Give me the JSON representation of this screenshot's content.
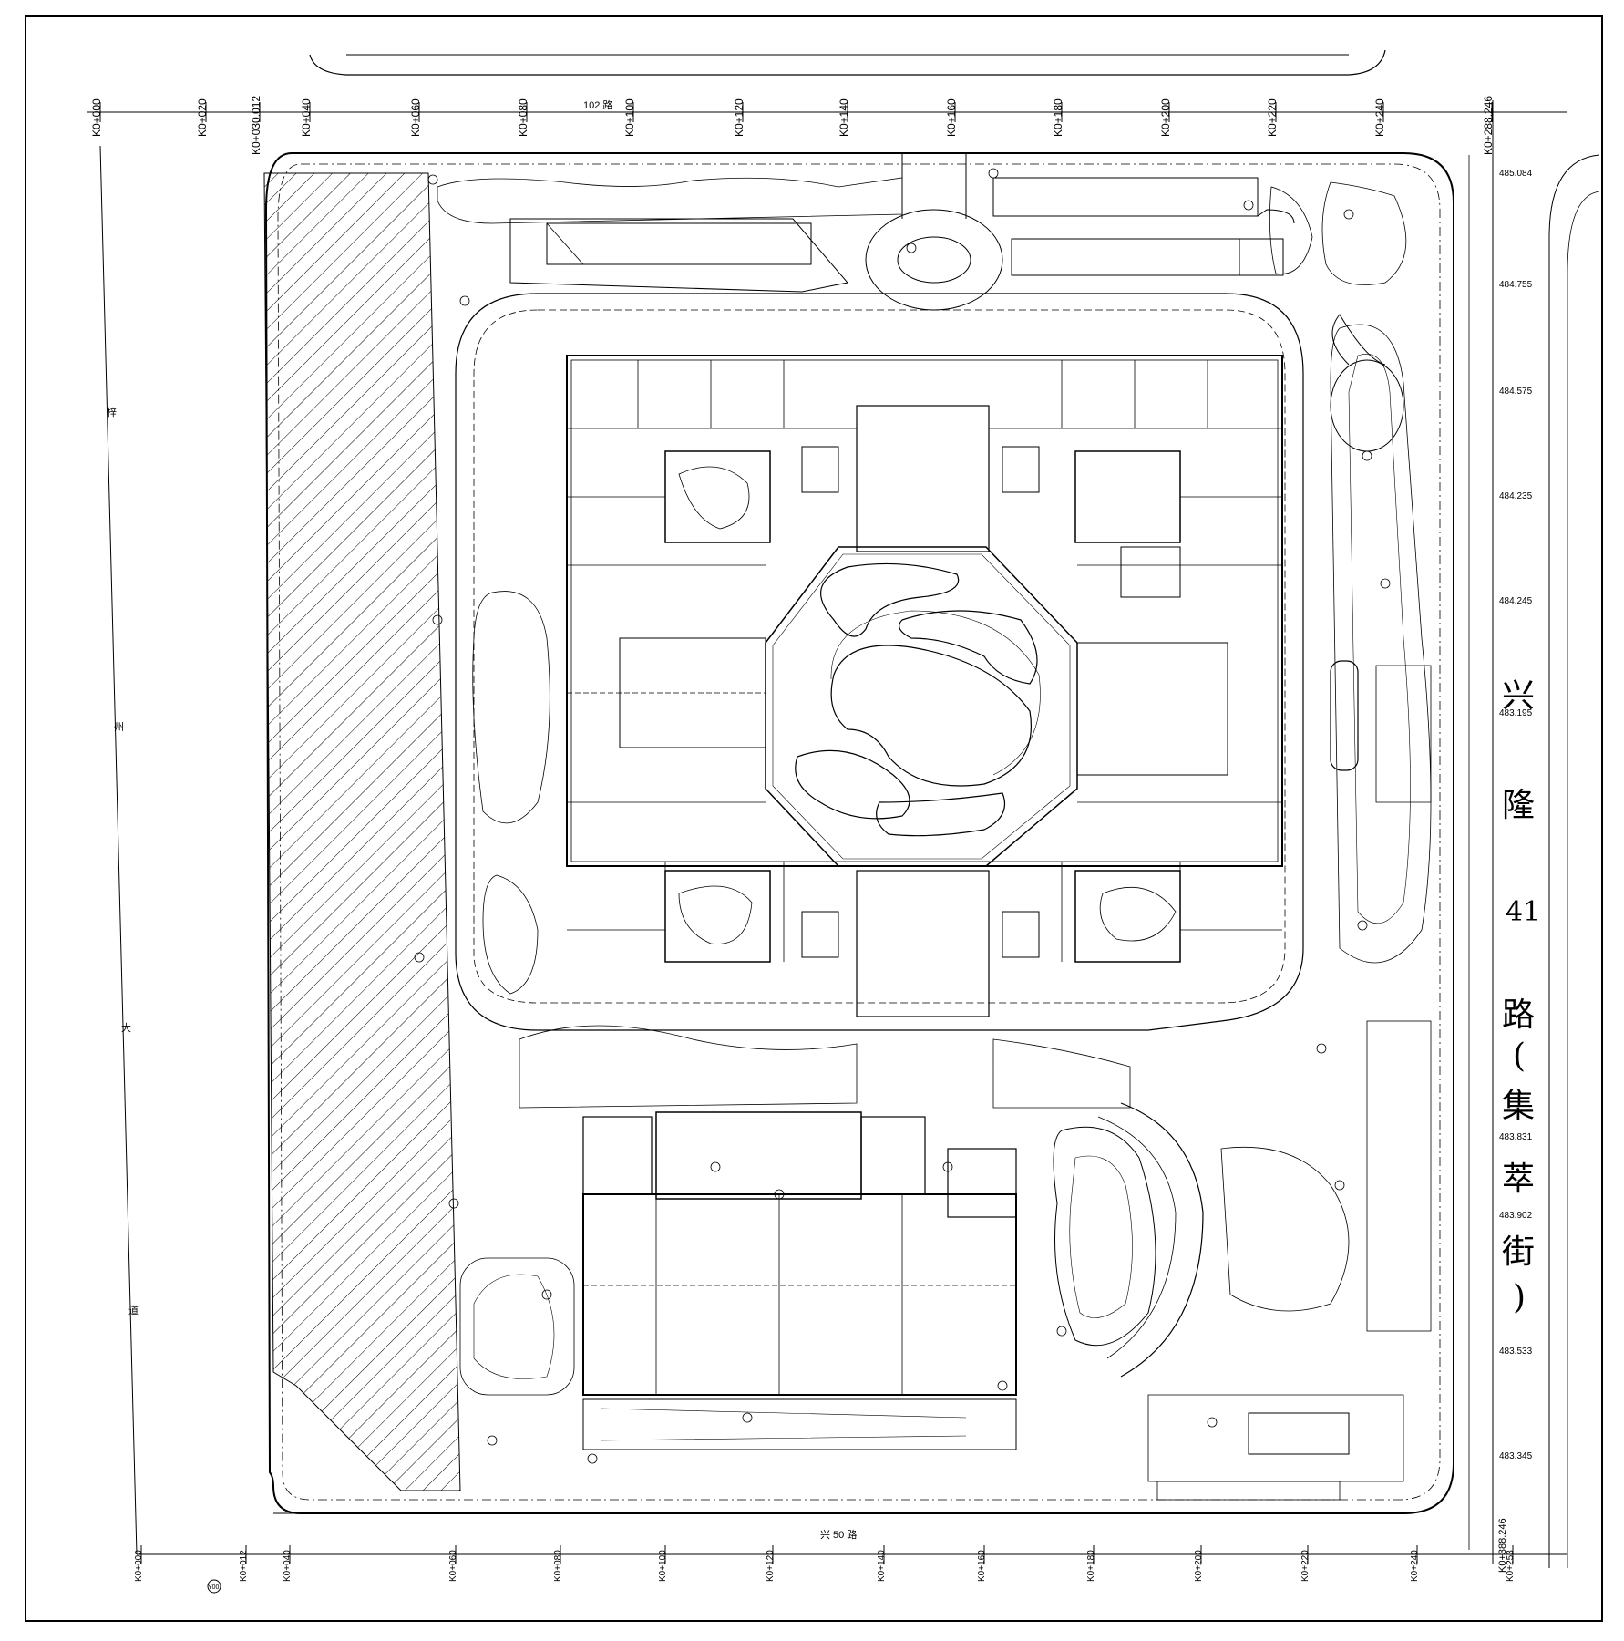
{
  "colors": {
    "ink": "#000000",
    "paper": "#ffffff"
  },
  "north_chainage": [
    "K0+000",
    "K0+020",
    "K0+030.012",
    "K0+040",
    "K0+060",
    "K0+080",
    "K0+100",
    "K0+120",
    "K0+140",
    "K0+160",
    "K0+180",
    "K0+200",
    "K0+220",
    "K0+240",
    "K0+288.246"
  ],
  "north_road_label": "102 路",
  "east_road_chars": [
    "兴",
    "隆",
    "41",
    "路",
    "(",
    "集",
    "萃",
    "街",
    ")"
  ],
  "east_chainage": [
    "K0+388.246"
  ],
  "east_elevations": [
    "485.084",
    "484.755",
    "484.575",
    "484.235",
    "484.245",
    "483.195",
    "483.831",
    "483.902",
    "483.533",
    "483.345"
  ],
  "west_road_chars": [
    "梓",
    "州",
    "大",
    "道"
  ],
  "south_road_label": "兴 50 路",
  "south_markers": [
    "K0+000",
    "K0+012",
    "K0+040",
    "K0+060",
    "K0+080",
    "K0+100",
    "K0+120",
    "K0+140",
    "K0+160",
    "K0+180",
    "K0+200",
    "K0+220",
    "K0+240",
    "K0+253"
  ],
  "south_tag": "Y00"
}
